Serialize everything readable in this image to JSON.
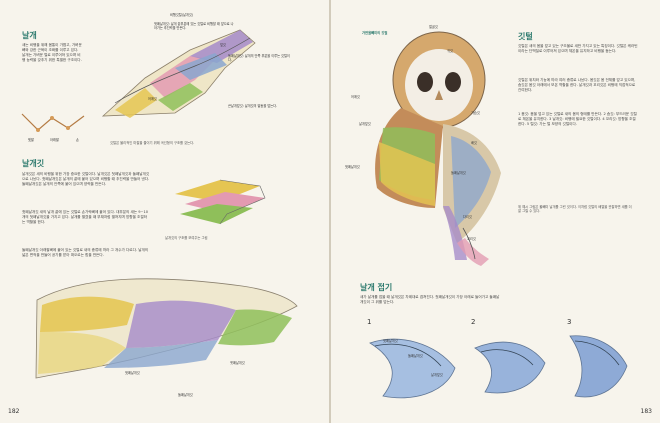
{
  "left": {
    "title": "날개",
    "intro": "새는 비행을 위해 몸통이 가볍고, 가벼운 뼈와 강한 근육이 조화를 이루고 있다. 날개는 가벼운 털로 이루어져 있으며 비행 능력을 갖추기 위한 특별한 구조이다.",
    "wing_labels": [
      "비행깃털(날개깃)",
      "덮깃",
      "어깨깃"
    ],
    "wing_caps": [
      "첫째날개깃: 날개 끝부분에 있는 깃털로 비행할 때 앞으로 나아가는 추진력을 만든다.",
      "둘째날개깃: 날개의 안쪽 부분을 이루는 깃털이다.",
      "큰날개덮깃: 날개깃의 밑동을 덮는다."
    ],
    "bone_labels": [
      "윗팔",
      "아래팔",
      "손"
    ],
    "feather_note": "깃털은 물리적인 마찰을 줄이기 위해 곡선형의 구조를 갖는다.",
    "section_title": "날개깃",
    "body_1": "날개깃은 새의 비행을 위한 가장 중요한 깃털이다. 날개깃은 첫째날개깃과 둘째날개깃으로 나뉜다. 첫째날개깃은 날개의 끝에 붙어 있으며 비행할 때 추진력을 만들어 낸다. 둘째날개깃은 날개의 안쪽에 붙어 있으며 양력을 만든다.",
    "body_2": "첫째날개깃 새의 날개 끝에 있는 깃털로 손가락뼈에 붙어 있다. 대부분의 새는 9~10개의 첫째날개깃을 가지고 있다. 날개를 펼쳤을 때 부채처럼 펼쳐지며 방향을 조절하는 역할을 한다.",
    "body_3": "둘째날개깃 아래팔뼈에 붙어 있는 깃털로 새의 종류에 따라 그 개수가 다르다. 날개의 넓은 면적을 만들어 공기를 받아 떠오르는 힘을 만든다.",
    "figure_caption": "날개깃의 구조를 보여주는 그림",
    "figure_labels": [
      "첫째날개깃",
      "둘째날개깃",
      "셋째날개깃"
    ],
    "page_number": "182"
  },
  "right": {
    "figure_title": "가면올빼미의 깃털",
    "owl_labels": [
      "얼굴깃",
      "귀깃",
      "어깨깃",
      "날개덮깃",
      "가슴깃",
      "배깃",
      "첫째날개깃",
      "둘째날개깃",
      "꼬리깃",
      "다리깃"
    ],
    "section_title": "깃털",
    "body_1": "깃털은 새의 몸을 덮고 있는 구조물로 새만 가지고 있는 특징이다. 깃털은 케라틴이라는 단백질로 이루어져 있으며 체온을 유지하고 비행을 돕는다.",
    "body_2": "깃털은 위치와 기능에 따라 여러 종류로 나뉜다. 몸깃은 몸 전체를 덮고 있으며, 솜깃은 몸깃 아래에서 보온 역할을 한다. 날개깃과 꼬리깃은 비행에 직접적으로 관여한다.",
    "body_3": "1 몸깃: 몸을 덮고 있는 깃털로 새의 몸의 형태를 만든다. 2 솜깃: 부드러운 깃털로 체온을 유지한다. 3 날개깃: 비행에 필요한 깃털이다. 4 꼬리깃: 방향을 조절한다. 5 털깃: 가는 털 모양의 깃털이다.",
    "note": "위 예시 그림은 올빼미 날개를 그린 것이다. 이처럼 깃털의 배열을 관찰하면 새를 더 잘 그릴 수 있다.",
    "fold_title": "날개 접기",
    "fold_text": "새가 날개를 접을 때 날개깃은 차례대로 겹쳐진다. 첫째날개깃이 가장 아래로 들어가고 둘째날개깃이 그 위를 덮는다.",
    "fold_steps": [
      "1",
      "2",
      "3"
    ],
    "fold_labels": [
      "첫째날개깃",
      "둘째날개깃",
      "날개덮깃"
    ],
    "page_number": "183"
  },
  "colors": {
    "heading": "#2d7a6e",
    "yellow": "#e5c552",
    "green": "#8fbf5a",
    "blue": "#8aa6cf",
    "purple": "#a58ac9",
    "pink": "#e39ab1",
    "orange": "#df8d45"
  }
}
